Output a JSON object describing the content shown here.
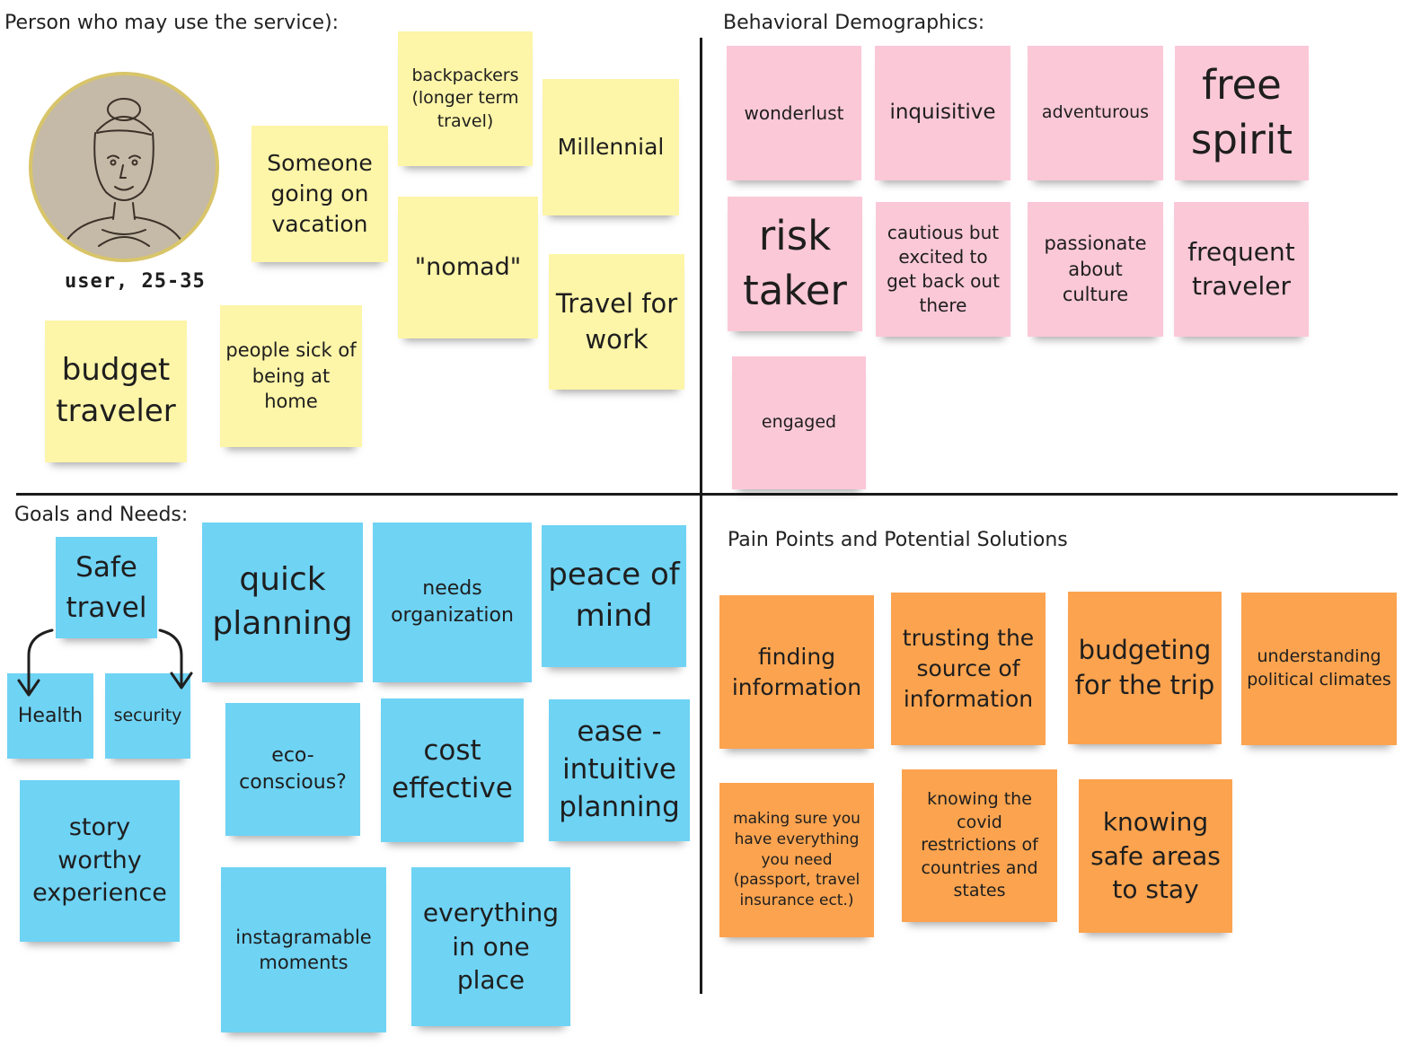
{
  "headings": {
    "persona": "Person who may use the service):",
    "behavioral": "Behavioral Demographics:",
    "goals": "Goals and Needs:",
    "pain": "Pain Points and Potential Solutions"
  },
  "persona": {
    "caption": "user, 25-35",
    "notes": [
      "backpackers (longer term travel)",
      "Someone going on vacation",
      "Millennial",
      "\"nomad\"",
      "Travel for work",
      "budget traveler",
      "people sick of being at home"
    ]
  },
  "behavioral": {
    "notes": [
      "wonderlust",
      "inquisitive",
      "adventurous",
      "free spirit",
      "risk taker",
      "cautious but excited to get back out there",
      "passionate about culture",
      "frequent traveler",
      "engaged"
    ]
  },
  "goals": {
    "notes": [
      "Safe travel",
      "Health",
      "security",
      "story worthy experience",
      "quick planning",
      "needs organization",
      "peace of mind",
      "eco-conscious?",
      "cost effective",
      "ease - intuitive planning",
      "instagramable moments",
      "everything in one place"
    ]
  },
  "pain": {
    "notes": [
      "finding information",
      "trusting the source of information",
      "budgeting for the trip",
      "understanding political climates",
      "making sure you have everything you need (passport, travel insurance ect.)",
      "knowing the covid restrictions of countries and states",
      "knowing safe areas to stay"
    ]
  },
  "colors": {
    "yellow": "#fdf5a8",
    "pink": "#fbc8d8",
    "blue": "#6fd3f4",
    "orange": "#fba34f"
  }
}
